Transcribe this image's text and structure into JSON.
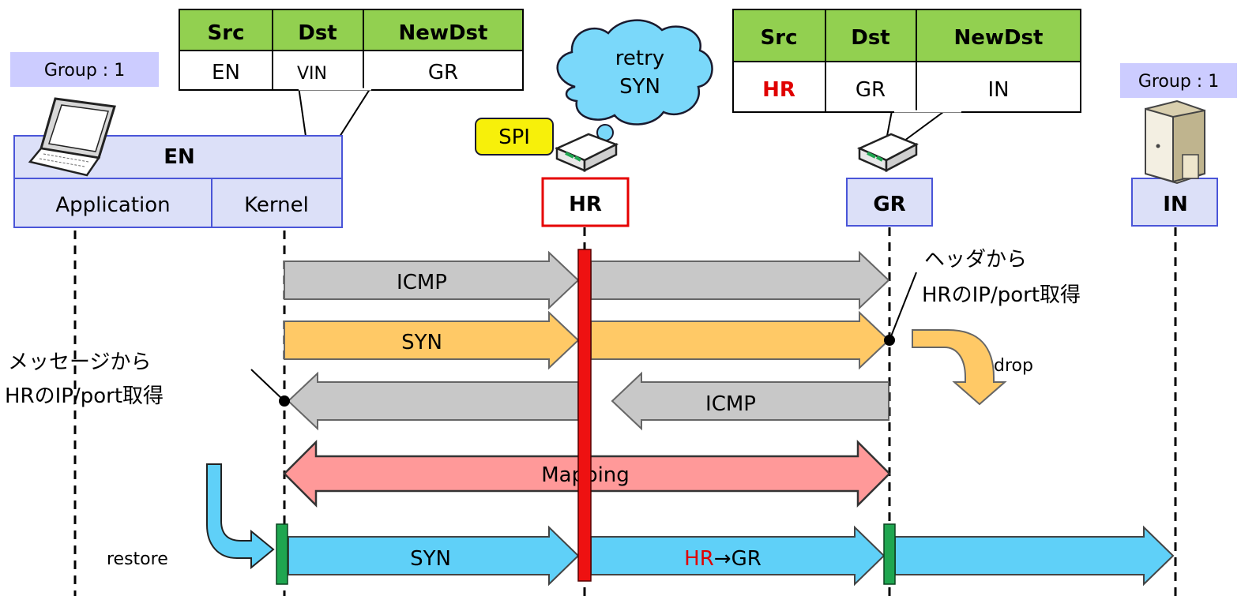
{
  "tables": {
    "left": {
      "headers": [
        "Src",
        "Dst",
        "NewDst"
      ],
      "row": [
        "EN",
        "VIN",
        "GR"
      ]
    },
    "right": {
      "headers": [
        "Src",
        "Dst",
        "NewDst"
      ],
      "row": [
        "HR",
        "GR",
        "IN"
      ]
    }
  },
  "groups": {
    "left": "Group : 1",
    "right": "Group : 1"
  },
  "cloud_text": [
    "retry",
    "SYN"
  ],
  "spi_label": "SPI",
  "nodes": {
    "en": "EN",
    "application": "Application",
    "kernel": "Kernel",
    "hr": "HR",
    "gr": "GR",
    "in": "IN"
  },
  "arrows": {
    "icmp_forward": "ICMP",
    "syn_forward": "SYN",
    "icmp_back": "ICMP",
    "mapping": "Mapping",
    "syn_restored": "SYN",
    "hr_to_gr": {
      "hr": "HR",
      "arrow": "→",
      "gr": "GR"
    }
  },
  "annotations": {
    "gr_note": [
      "ヘッダから",
      "HRのIP/port取得"
    ],
    "en_note": [
      "メッセージから",
      "HRのIP/port取得"
    ],
    "drop": "drop",
    "restore": "restore"
  },
  "colors": {
    "header_green": "#92d050",
    "group_bg": "#ccccff",
    "node_bg": "#dce0f8",
    "node_border": "#4a55d8",
    "hr_border": "#e60000",
    "icmp_gray": "#c8c8c8",
    "syn_orange": "#ffc966",
    "mapping_red": "#ff9999",
    "syn_blue": "#5fd0f8",
    "hr_bar_red": "#ee1111",
    "marker_green": "#1fa650",
    "spi_yellow": "#f7f00a",
    "cloud_blue": "#7ad8fa",
    "accent_red": "#e00000"
  }
}
